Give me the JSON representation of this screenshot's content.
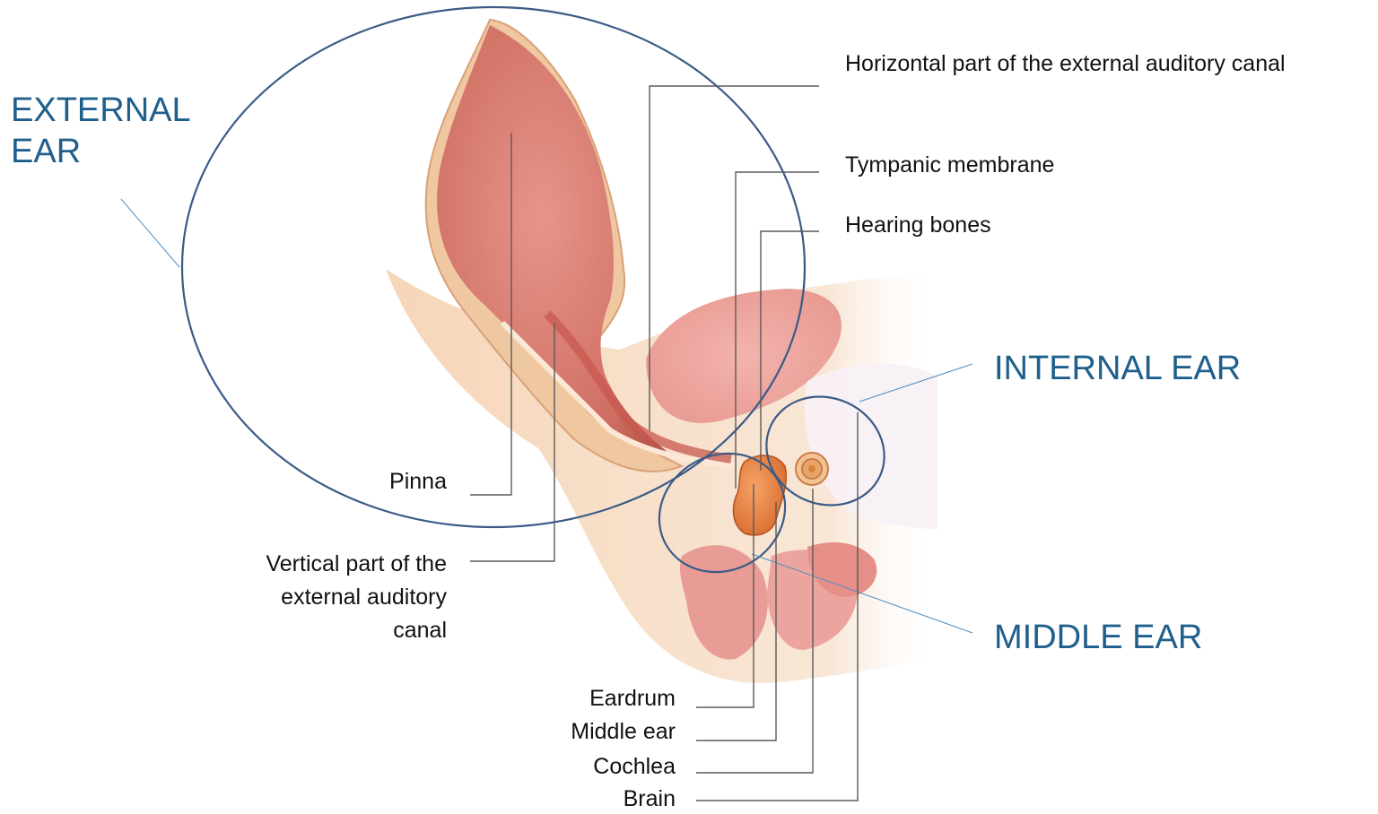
{
  "colors": {
    "region_text": "#1f5f8c",
    "region_outline": "#3b5b86",
    "leader_line": "#5a5a5a",
    "tissue": "#f2cfa8",
    "canal": "#e08a80"
  },
  "regions": {
    "external_ear": [
      "EXTERNAL",
      "EAR"
    ],
    "internal_ear": "INTERNAL EAR",
    "middle_ear": "MIDDLE EAR"
  },
  "labels": {
    "horizontal_canal": "Horizontal part of the external auditory canal",
    "tympanic_membrane": "Tympanic membrane",
    "hearing_bones": "Hearing bones",
    "pinna": "Pinna",
    "vertical_canal": [
      "Vertical part of the",
      "external auditory",
      "canal"
    ],
    "eardrum": "Eardrum",
    "middle_ear": "Middle ear",
    "cochlea": "Cochlea",
    "brain": "Brain"
  }
}
